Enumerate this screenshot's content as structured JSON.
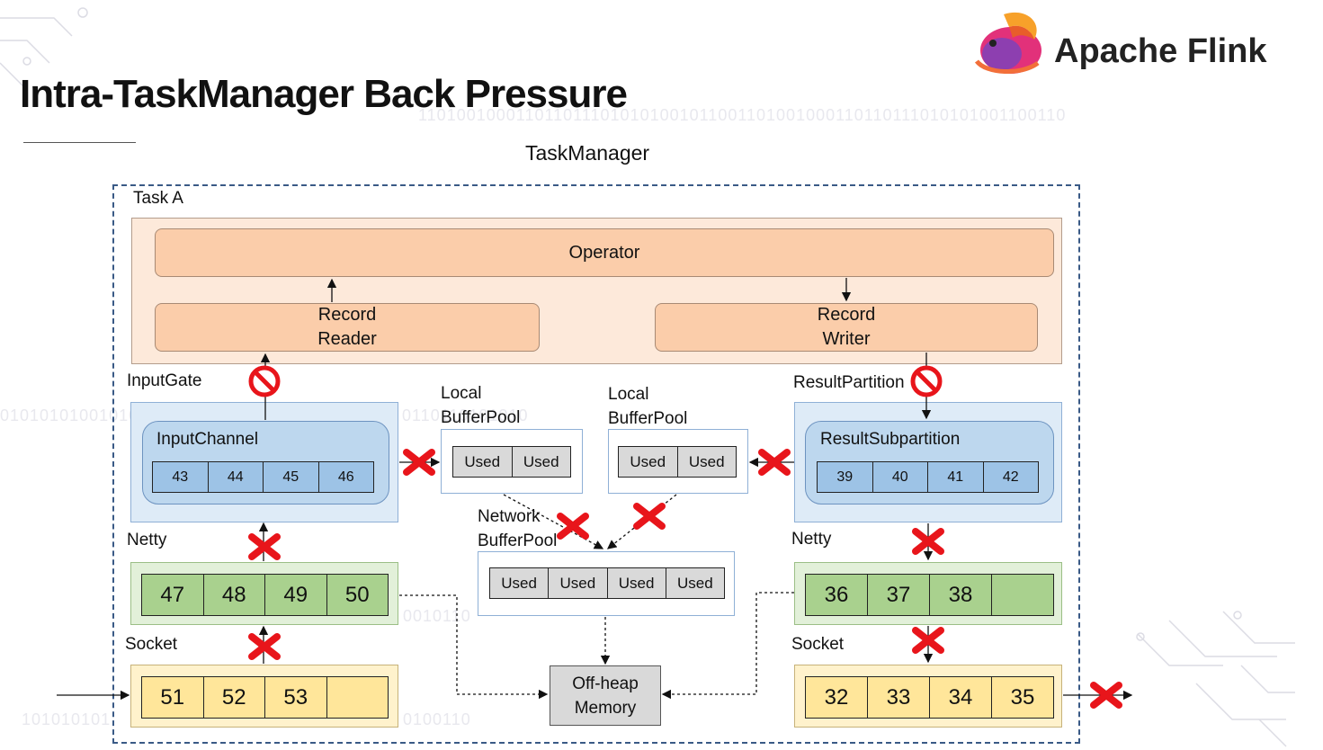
{
  "header": {
    "title": "Intra-TaskManager Back Pressure",
    "brand": "Apache Flink"
  },
  "diagram": {
    "taskmanager_label": "TaskManager",
    "task_label": "Task A",
    "operator": "Operator",
    "record_reader": [
      "Record",
      "Reader"
    ],
    "record_writer": [
      "Record",
      "Writer"
    ],
    "inputgate_label": "InputGate",
    "resultpartition_label": "ResultPartition",
    "inputchannel_label": "InputChannel",
    "inputchannel_buffers": [
      "43",
      "44",
      "45",
      "46"
    ],
    "resultsubpartition_label": "ResultSubpartition",
    "resultsubpartition_buffers": [
      "39",
      "40",
      "41",
      "42"
    ],
    "local_pool_left_label": [
      "Local",
      "BufferPool"
    ],
    "local_pool_left_buffers": [
      "Used",
      "Used"
    ],
    "local_pool_right_label": [
      "Local",
      "BufferPool"
    ],
    "local_pool_right_buffers": [
      "Used",
      "Used"
    ],
    "network_pool_label": [
      "Network",
      "BufferPool"
    ],
    "network_pool_buffers": [
      "Used",
      "Used",
      "Used",
      "Used"
    ],
    "netty_left_label": "Netty",
    "netty_left_buffers": [
      "47",
      "48",
      "49",
      "50"
    ],
    "netty_right_label": "Netty",
    "netty_right_buffers": [
      "36",
      "37",
      "38",
      ""
    ],
    "socket_left_label": "Socket",
    "socket_left_buffers": [
      "51",
      "52",
      "53",
      ""
    ],
    "socket_right_label": "Socket",
    "socket_right_buffers": [
      "32",
      "33",
      "34",
      "35"
    ],
    "offheap": [
      "Off-heap",
      "Memory"
    ]
  },
  "colors": {
    "blocked_cross": "#e8151b",
    "stop_sign": "#e8151b",
    "dashed_border": "#3a5a86"
  },
  "background_texture": {
    "binary_strings": [
      "1101001000110110111010101001011001101001000110110111010101001100110",
      "010101010010101",
      "0110110101010",
      "0010110",
      "101010101",
      "0100110"
    ]
  }
}
